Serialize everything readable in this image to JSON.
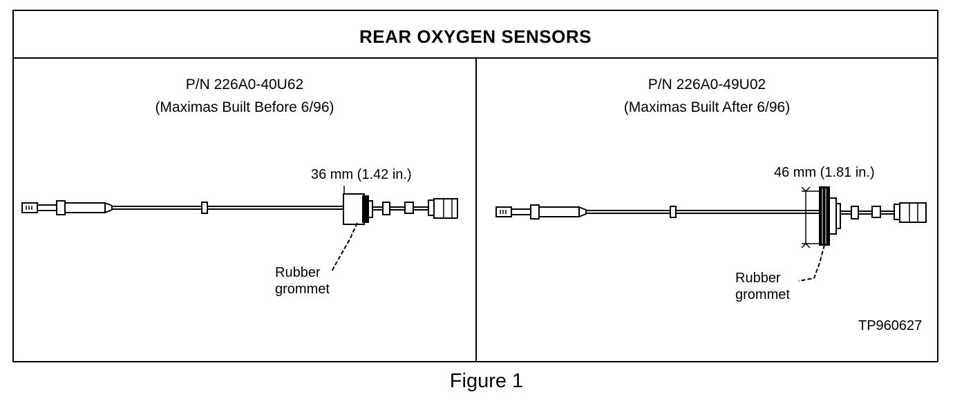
{
  "title": "REAR OXYGEN SENSORS",
  "panels": [
    {
      "part_number": "P/N 226A0-40U62",
      "description": "(Maximas Built Before 6/96)",
      "dimension": "36 mm (1.42 in.)",
      "grommet_label_line1": "Rubber",
      "grommet_label_line2": "grommet"
    },
    {
      "part_number": "P/N 226A0-49U02",
      "description": "(Maximas Built After 6/96)",
      "dimension": "46 mm (1.81 in.)",
      "grommet_label_line1": "Rubber",
      "grommet_label_line2": "grommet",
      "reference_code": "TP960627"
    }
  ],
  "caption": "Figure 1"
}
